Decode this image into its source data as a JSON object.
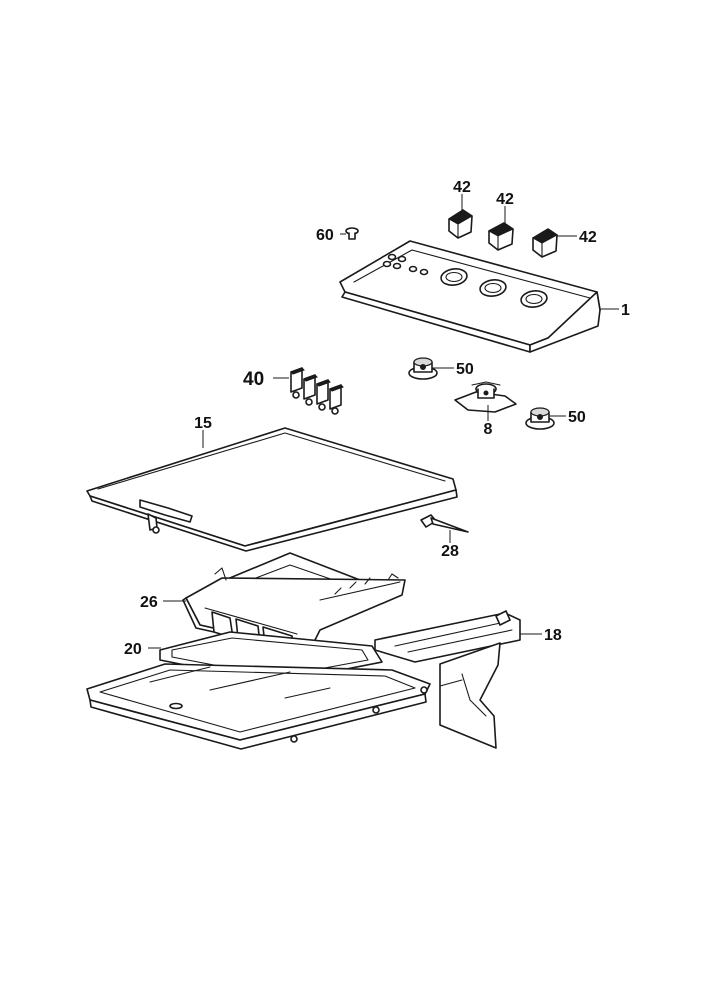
{
  "callouts": [
    {
      "id": "c42a",
      "label": "42"
    },
    {
      "id": "c42b",
      "label": "42"
    },
    {
      "id": "c42c",
      "label": "42"
    },
    {
      "id": "c60",
      "label": "60"
    },
    {
      "id": "c1",
      "label": "1"
    },
    {
      "id": "c40",
      "label": "40"
    },
    {
      "id": "c50a",
      "label": "50"
    },
    {
      "id": "c8",
      "label": "8"
    },
    {
      "id": "c50b",
      "label": "50"
    },
    {
      "id": "c15",
      "label": "15"
    },
    {
      "id": "c28",
      "label": "28"
    },
    {
      "id": "c26",
      "label": "26"
    },
    {
      "id": "c20",
      "label": "20"
    },
    {
      "id": "c18",
      "label": "18"
    }
  ],
  "colors": {
    "line": "#1a1a1a",
    "background": "#ffffff"
  }
}
